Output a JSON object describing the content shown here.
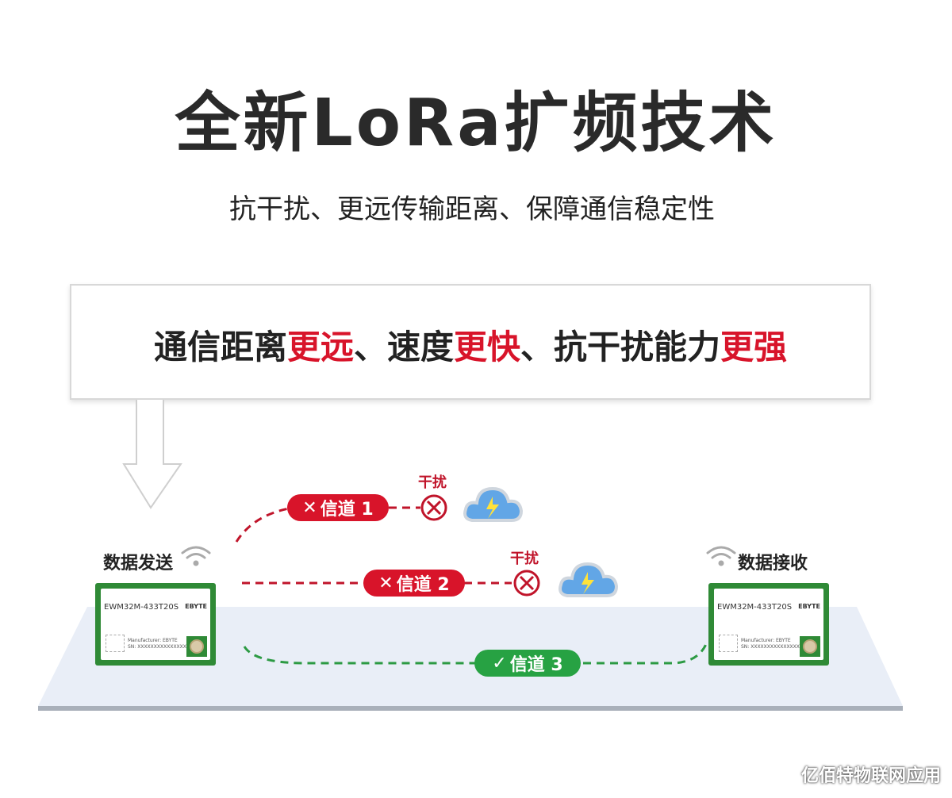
{
  "title": "全新LoRa扩频技术",
  "subtitle": "抗干扰、更远传输距离、保障通信稳定性",
  "highlight": {
    "p1": "通信距离",
    "r1": "更远",
    "p2": "、速度",
    "r2": "更快",
    "p3": "、抗干扰能力",
    "r3": "更强"
  },
  "sender": {
    "label": "数据发送",
    "icon": "wifi-icon"
  },
  "receiver": {
    "label": "数据接收",
    "icon": "wifi-icon"
  },
  "module": {
    "name": "EWM32M-433T20S",
    "brand": "EBYTE",
    "manufacturer": "Manufacturer: EBYTE",
    "sn": "SN: XXXXXXXXXXXXXXX"
  },
  "channels": [
    {
      "label": "信道 1",
      "status": "blocked",
      "interference": "干扰"
    },
    {
      "label": "信道 2",
      "status": "blocked",
      "interference": "干扰"
    },
    {
      "label": "信道 3",
      "status": "ok"
    }
  ],
  "colors": {
    "red": "#d8142a",
    "green": "#27a243"
  },
  "watermark": "亿佰特物联网应用"
}
